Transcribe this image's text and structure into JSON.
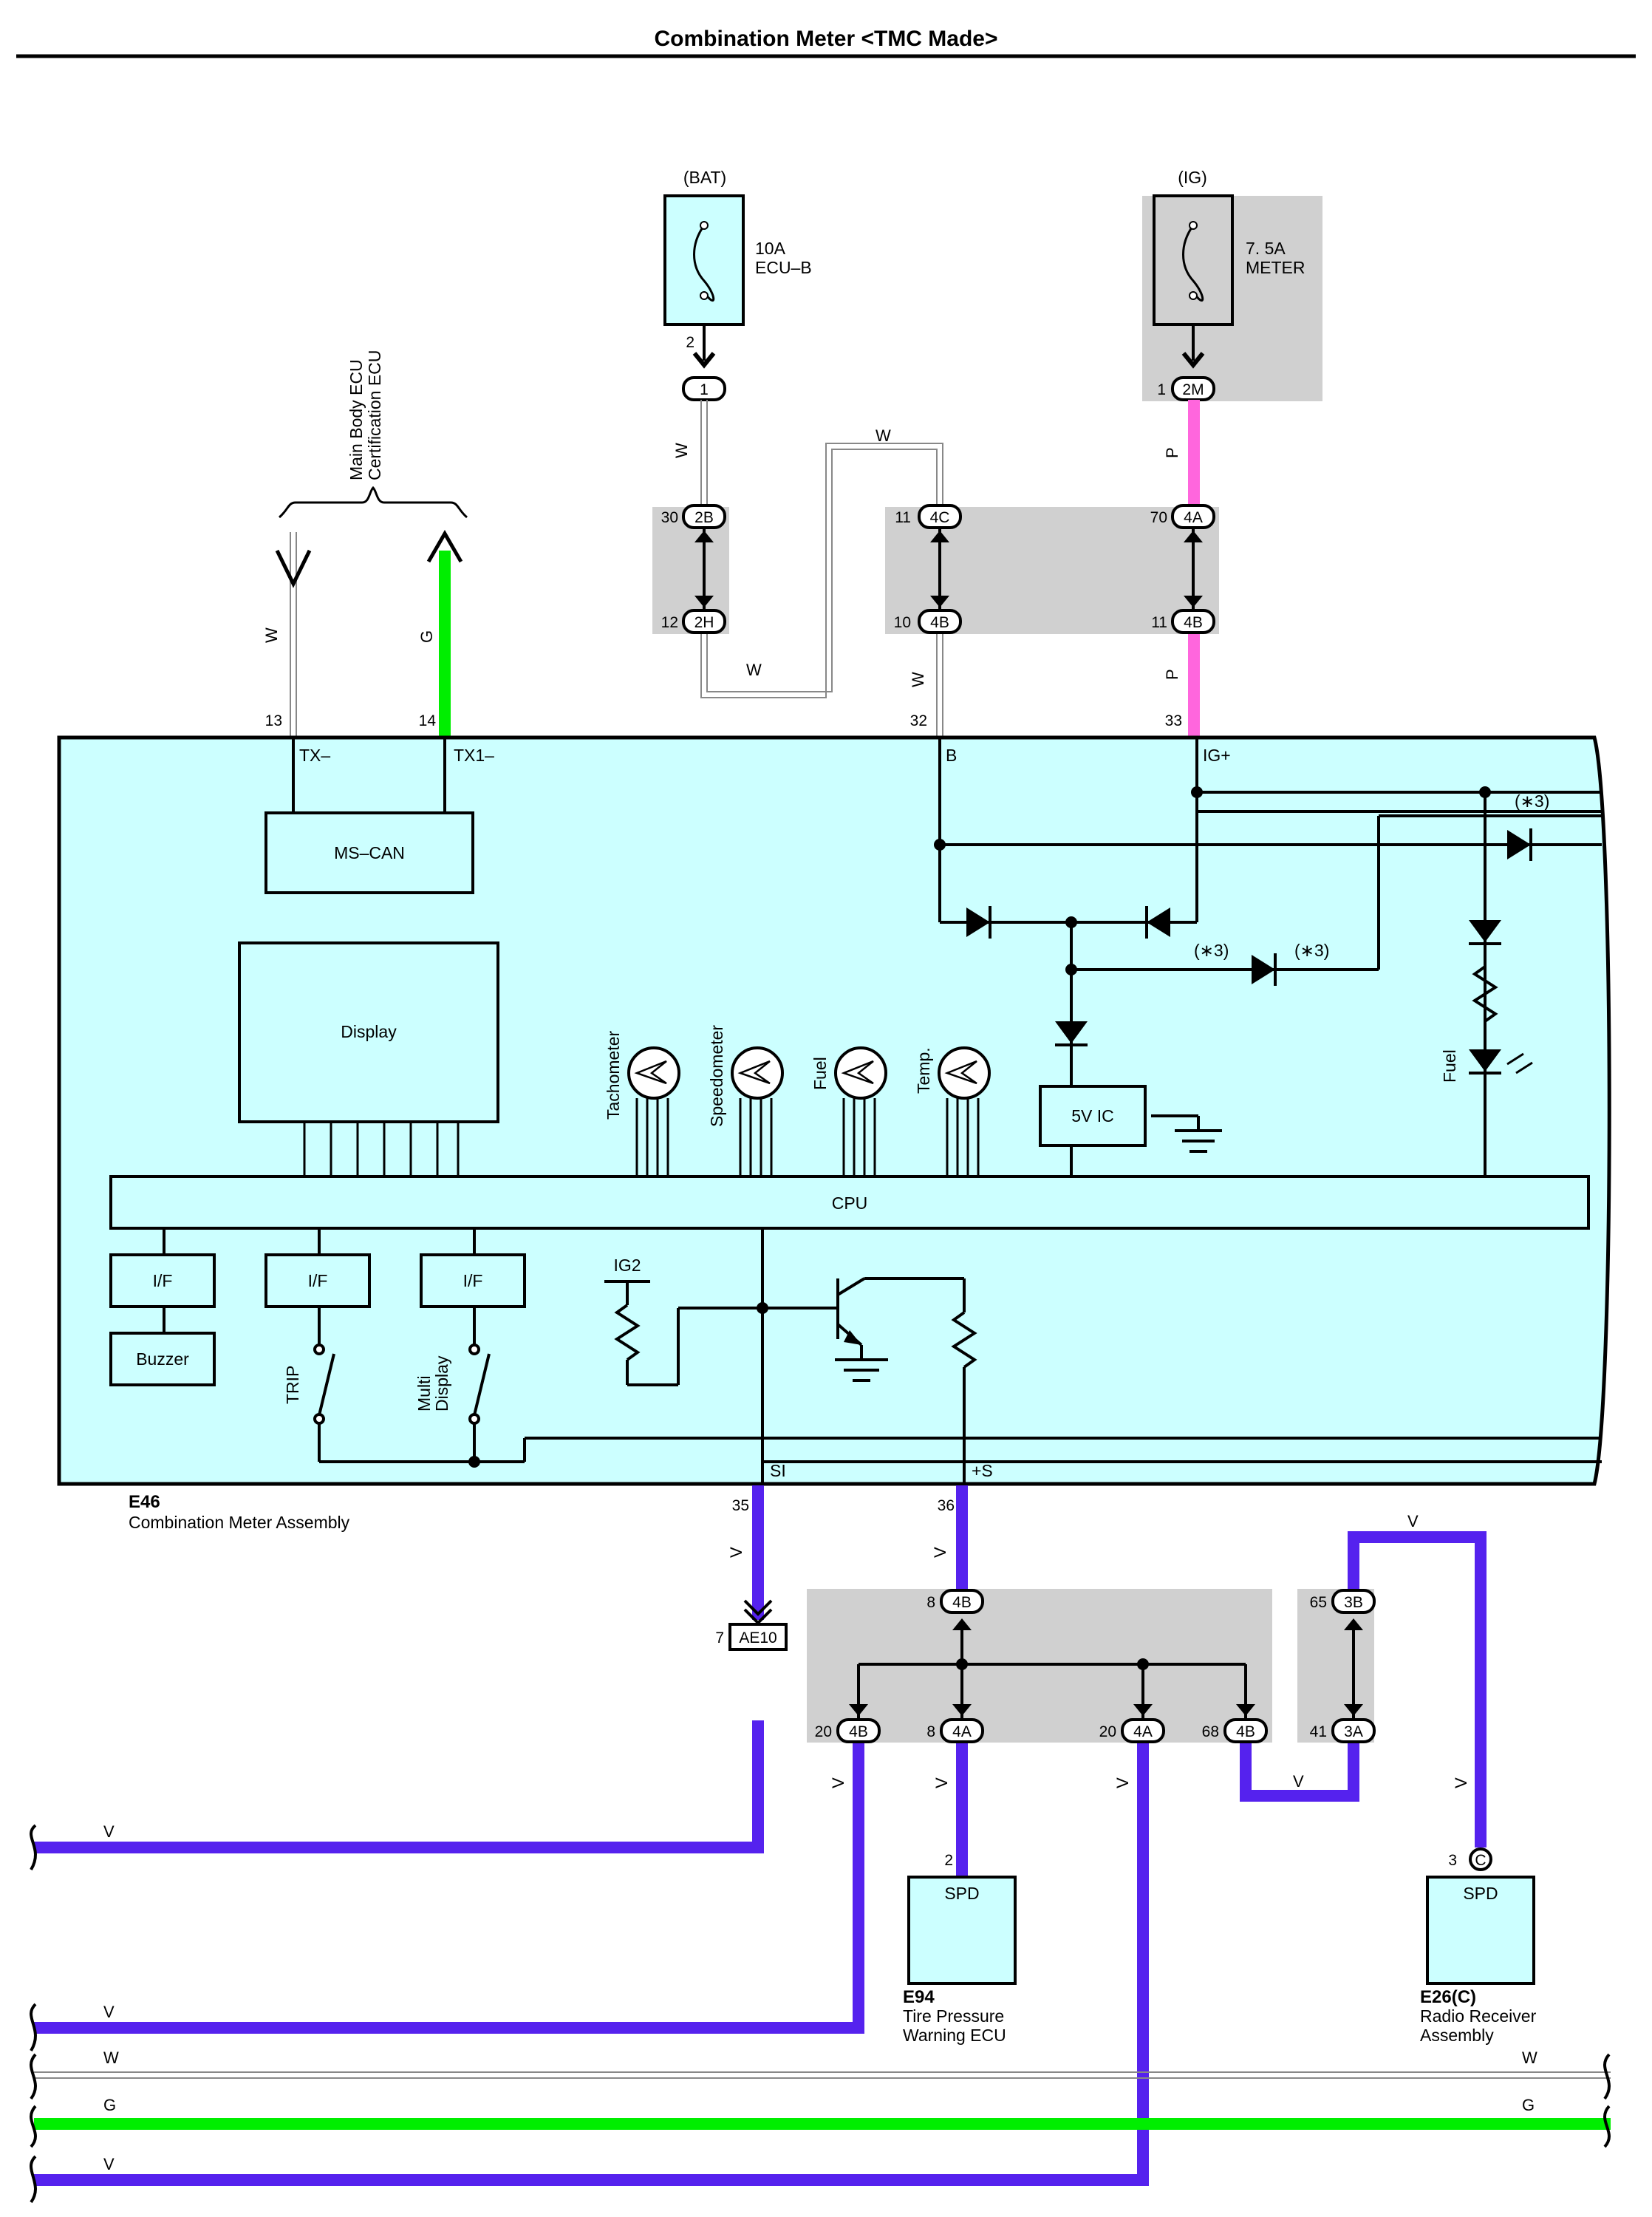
{
  "header": {
    "title": "Combination Meter <TMC Made>"
  },
  "fuses": {
    "bat": {
      "source": "(BAT)",
      "rating": "10A",
      "name": "ECU–B",
      "pin": "2",
      "connector": "1"
    },
    "ig": {
      "source": "(IG)",
      "rating": "7. 5A",
      "name": "METER",
      "pin": "1",
      "connector": "2M"
    }
  },
  "external_ecu": {
    "line1": "Main Body ECU",
    "line2": "Certification ECU"
  },
  "junctions": {
    "j30": {
      "pin": "30",
      "label": "2B"
    },
    "j12": {
      "pin": "12",
      "label": "2H"
    },
    "j11a": {
      "pin": "11",
      "label": "4C"
    },
    "j10": {
      "pin": "10",
      "label": "4B"
    },
    "j70": {
      "pin": "70",
      "label": "4A"
    },
    "j11b": {
      "pin": "11",
      "label": "4B"
    },
    "j8top": {
      "pin": "8",
      "label": "4B"
    },
    "j20a": {
      "pin": "20",
      "label": "4B"
    },
    "j8b": {
      "pin": "8",
      "label": "4A"
    },
    "j20b": {
      "pin": "20",
      "label": "4A"
    },
    "j68": {
      "pin": "68",
      "label": "4B"
    },
    "j65": {
      "pin": "65",
      "label": "3B"
    },
    "j41": {
      "pin": "41",
      "label": "3A"
    },
    "ae10": {
      "pin": "7",
      "label": "AE10"
    },
    "c3": {
      "pin": "3",
      "label": "C"
    }
  },
  "wire_colors": {
    "W": "W",
    "G": "G",
    "P": "P",
    "V": "V"
  },
  "colors": {
    "pink": "#ff66dd",
    "green": "#00ee00",
    "violet": "#5522ee",
    "cyan": "#ccffff",
    "gray": "#d0d0d0"
  },
  "meter": {
    "code": "E46",
    "name": "Combination Meter Assembly",
    "pins": {
      "p13": {
        "num": "13",
        "name": "TX–"
      },
      "p14": {
        "num": "14",
        "name": "TX1–"
      },
      "p32": {
        "num": "32",
        "name": "B"
      },
      "p33": {
        "num": "33",
        "name": "IG+"
      },
      "p35": {
        "num": "35",
        "name": "SI"
      },
      "p36": {
        "num": "36",
        "name": "+S"
      }
    },
    "blocks": {
      "mscan": "MS–CAN",
      "display": "Display",
      "cpu": "CPU",
      "ic5v": "5V IC",
      "if1": "I/F",
      "if2": "I/F",
      "if3": "I/F",
      "buzzer": "Buzzer",
      "ig2": "IG2"
    },
    "gauges": [
      "Tachometer",
      "Speedometer",
      "Fuel",
      "Temp."
    ],
    "fuel_lamp": "Fuel",
    "switches": {
      "trip": "TRIP",
      "multi1": "Multi",
      "multi2": "Display"
    },
    "note": "(∗3)"
  },
  "ecus": {
    "e94": {
      "pin": "2",
      "block": "SPD",
      "code": "E94",
      "line1": "Tire Pressure",
      "line2": "Warning ECU"
    },
    "e26": {
      "block": "SPD",
      "code": "E26(C)",
      "line1": "Radio Receiver",
      "line2": "Assembly"
    }
  }
}
